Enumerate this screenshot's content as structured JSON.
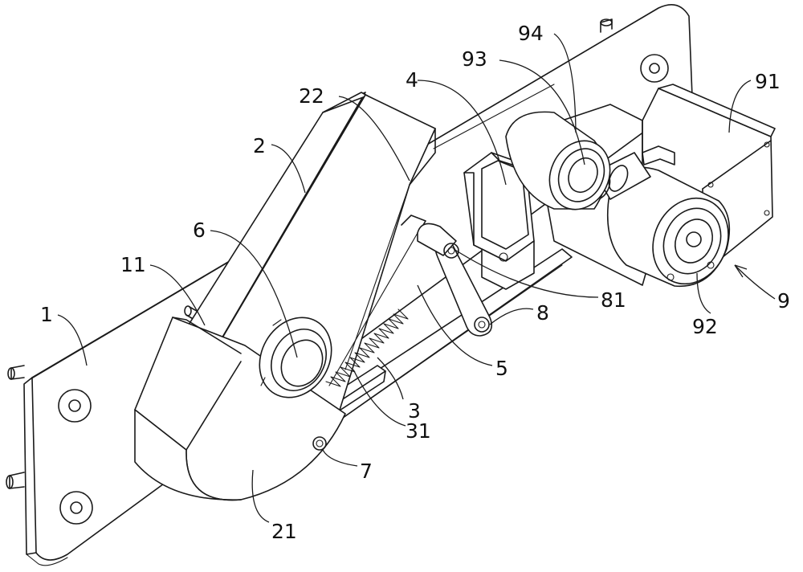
{
  "labels": {
    "l1": "1",
    "l2": "2",
    "l3": "3",
    "l4": "4",
    "l5": "5",
    "l6": "6",
    "l7": "7",
    "l8": "8",
    "l9": "9",
    "l11": "11",
    "l21": "21",
    "l22": "22",
    "l31": "31",
    "l81": "81",
    "l91": "91",
    "l92": "92",
    "l93": "93",
    "l94": "94"
  }
}
